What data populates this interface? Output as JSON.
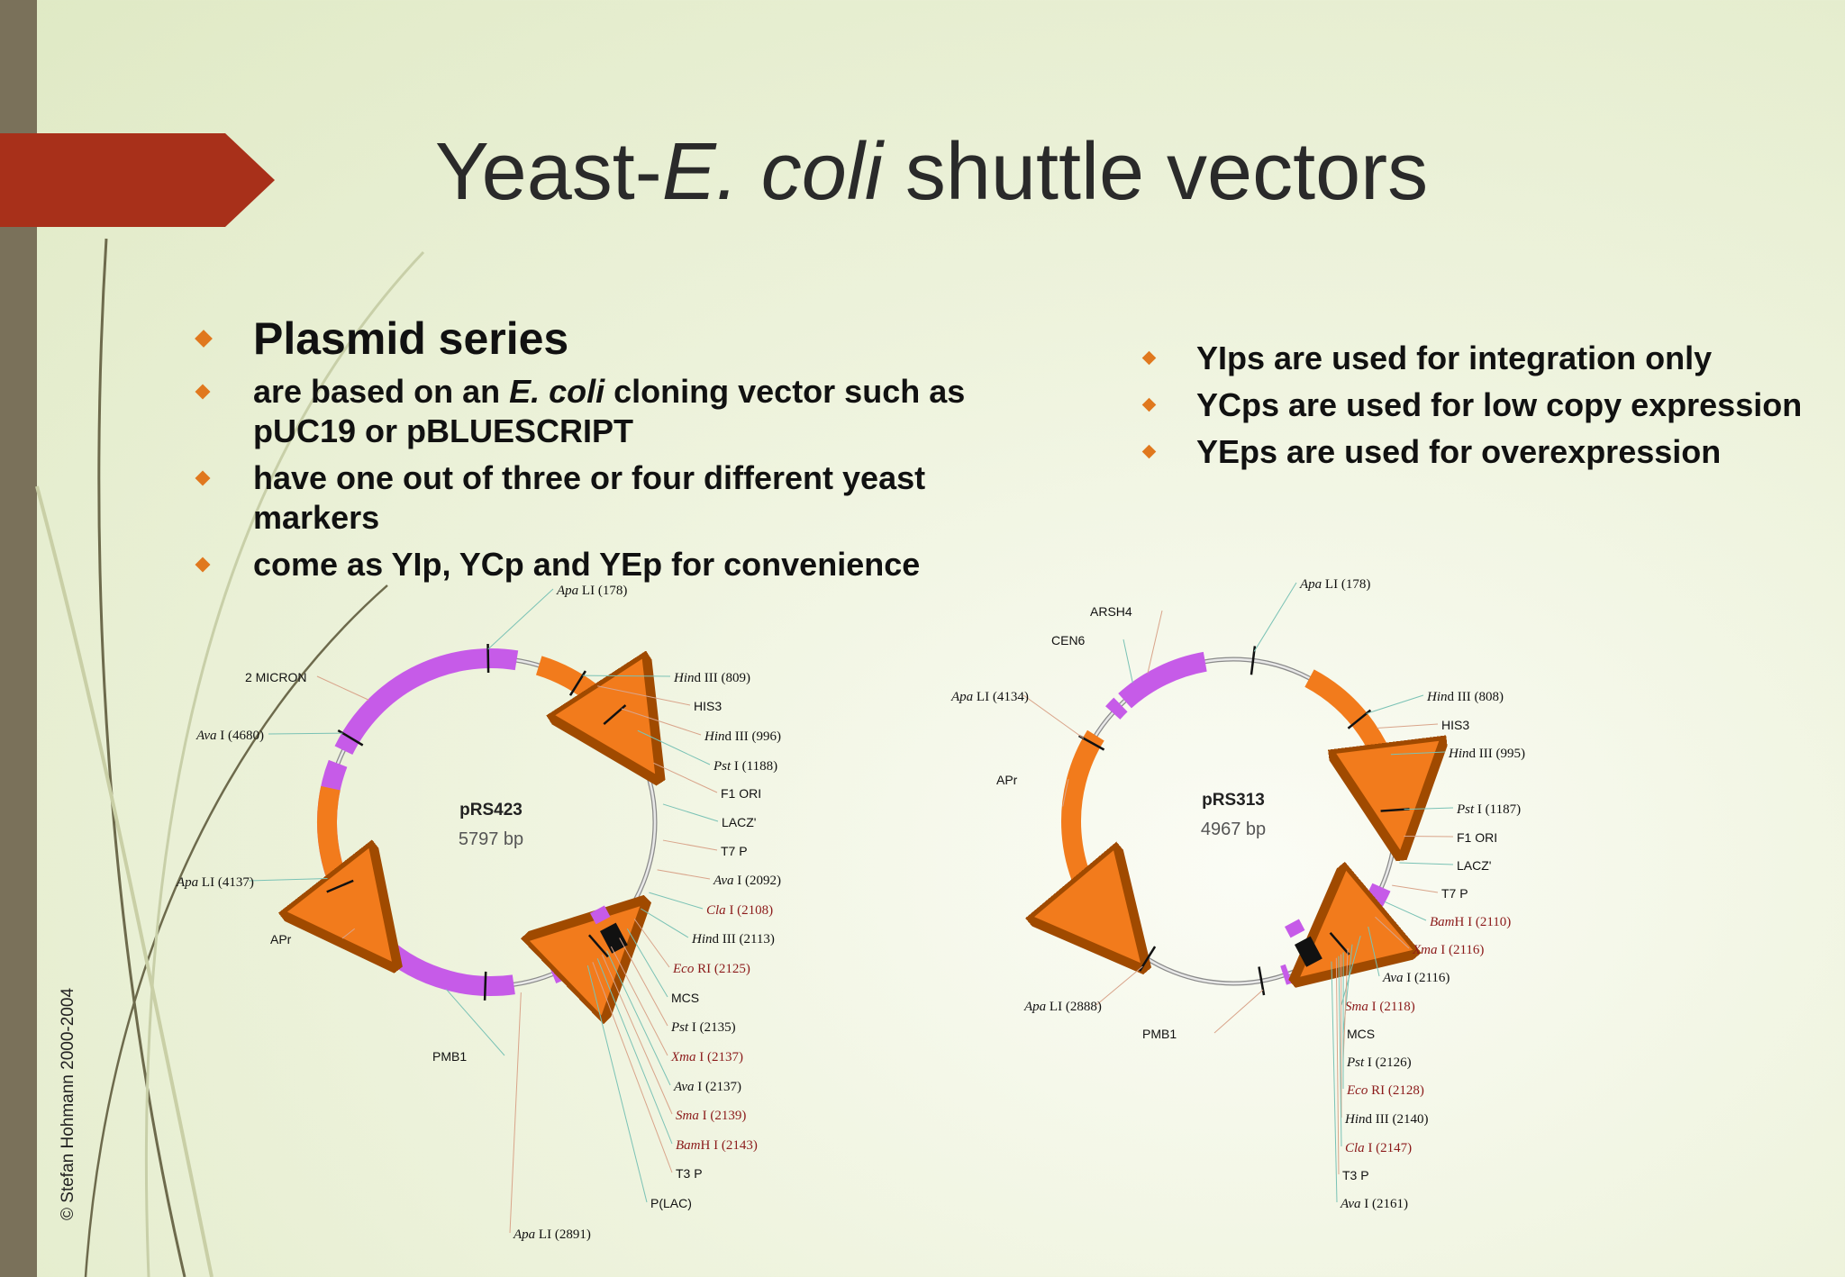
{
  "slide": {
    "title_prefix": "Yeast-",
    "title_italic": "E. coli",
    "title_suffix": " shuttle vectors",
    "copyright": "© Stefan Hohmann 2000-2004"
  },
  "left_bullets": {
    "heading": "Plasmid series",
    "item1_pre": "are based on an ",
    "item1_italic": "E. coli",
    "item1_post": " cloning vector such as pUC19 or pBLUESCRIPT",
    "item2": "have one out of three or four different yeast markers",
    "item3": "come as YIp, YCp and YEp for convenience"
  },
  "right_bullets": [
    "YIps are used for integration only",
    "YCps are used for low copy expression",
    "YEps are used for overexpression"
  ],
  "colors": {
    "accent_bullet": "#e0781e",
    "title_flag": "#a8301a",
    "sidebar": "#7a715a",
    "feature_purple": "#c65be8",
    "feature_orange": "#f27b1c",
    "enzyme_red": "#8b1a1a"
  },
  "plasmids": [
    {
      "name": "pRS423",
      "size": "5797 bp",
      "labels": [
        {
          "italic": "Apa",
          "rest": " LI (178)",
          "red": false
        },
        {
          "italic": "",
          "rest": "2 MICRON",
          "red": false
        },
        {
          "italic": "Hin",
          "rest": "d III (809)",
          "red": false
        },
        {
          "italic": "",
          "rest": "HIS3",
          "red": false
        },
        {
          "italic": "Ava",
          "rest": " I (4680)",
          "red": false
        },
        {
          "italic": "Hin",
          "rest": "d III (996)",
          "red": false
        },
        {
          "italic": "Pst",
          "rest": " I (1188)",
          "red": false
        },
        {
          "italic": "",
          "rest": "F1 ORI",
          "red": false
        },
        {
          "italic": "",
          "rest": "LACZ'",
          "red": false
        },
        {
          "italic": "",
          "rest": "T7 P",
          "red": false
        },
        {
          "italic": "Apa",
          "rest": " LI (4137)",
          "red": false
        },
        {
          "italic": "Ava",
          "rest": " I (2092)",
          "red": false
        },
        {
          "italic": "Cla",
          "rest": " I (2108)",
          "red": true
        },
        {
          "italic": "",
          "rest": "APr",
          "red": false
        },
        {
          "italic": "Hin",
          "rest": "d III (2113)",
          "red": false
        },
        {
          "italic": "Eco",
          "rest": " RI (2125)",
          "red": true
        },
        {
          "italic": "",
          "rest": "MCS",
          "red": false
        },
        {
          "italic": "Pst",
          "rest": " I (2135)",
          "red": false
        },
        {
          "italic": "",
          "rest": "PMB1",
          "red": false
        },
        {
          "italic": "Xma",
          "rest": " I (2137)",
          "red": true
        },
        {
          "italic": "Ava",
          "rest": " I (2137)",
          "red": false
        },
        {
          "italic": "Sma",
          "rest": " I (2139)",
          "red": true
        },
        {
          "italic": "Bam",
          "rest": "H I (2143)",
          "red": true
        },
        {
          "italic": "",
          "rest": "T3 P",
          "red": false
        },
        {
          "italic": "",
          "rest": "P(LAC)",
          "red": false
        },
        {
          "italic": "Apa",
          "rest": " LI (2891)",
          "red": false
        }
      ]
    },
    {
      "name": "pRS313",
      "size": "4967 bp",
      "labels": [
        {
          "italic": "Apa",
          "rest": " LI (178)",
          "red": false
        },
        {
          "italic": "",
          "rest": "ARSH4",
          "red": false
        },
        {
          "italic": "",
          "rest": "CEN6",
          "red": false
        },
        {
          "italic": "Apa",
          "rest": " LI (4134)",
          "red": false
        },
        {
          "italic": "Hin",
          "rest": "d III (808)",
          "red": false
        },
        {
          "italic": "",
          "rest": "HIS3",
          "red": false
        },
        {
          "italic": "Hin",
          "rest": "d III (995)",
          "red": false
        },
        {
          "italic": "",
          "rest": "APr",
          "red": false
        },
        {
          "italic": "Pst",
          "rest": " I (1187)",
          "red": false
        },
        {
          "italic": "",
          "rest": "F1 ORI",
          "red": false
        },
        {
          "italic": "",
          "rest": "LACZ'",
          "red": false
        },
        {
          "italic": "",
          "rest": "T7 P",
          "red": false
        },
        {
          "italic": "Bam",
          "rest": "H I (2110)",
          "red": true
        },
        {
          "italic": "Xma",
          "rest": " I (2116)",
          "red": true
        },
        {
          "italic": "Ava",
          "rest": " I (2116)",
          "red": false
        },
        {
          "italic": "Apa",
          "rest": " LI (2888)",
          "red": false
        },
        {
          "italic": "Sma",
          "rest": " I (2118)",
          "red": true
        },
        {
          "italic": "",
          "rest": "PMB1",
          "red": false
        },
        {
          "italic": "",
          "rest": "MCS",
          "red": false
        },
        {
          "italic": "Pst",
          "rest": " I (2126)",
          "red": false
        },
        {
          "italic": "Eco",
          "rest": " RI (2128)",
          "red": true
        },
        {
          "italic": "Hin",
          "rest": "d III (2140)",
          "red": false
        },
        {
          "italic": "Cla",
          "rest": " I (2147)",
          "red": true
        },
        {
          "italic": "",
          "rest": "T3 P",
          "red": false
        },
        {
          "italic": "Ava",
          "rest": " I (2161)",
          "red": false
        }
      ]
    }
  ]
}
